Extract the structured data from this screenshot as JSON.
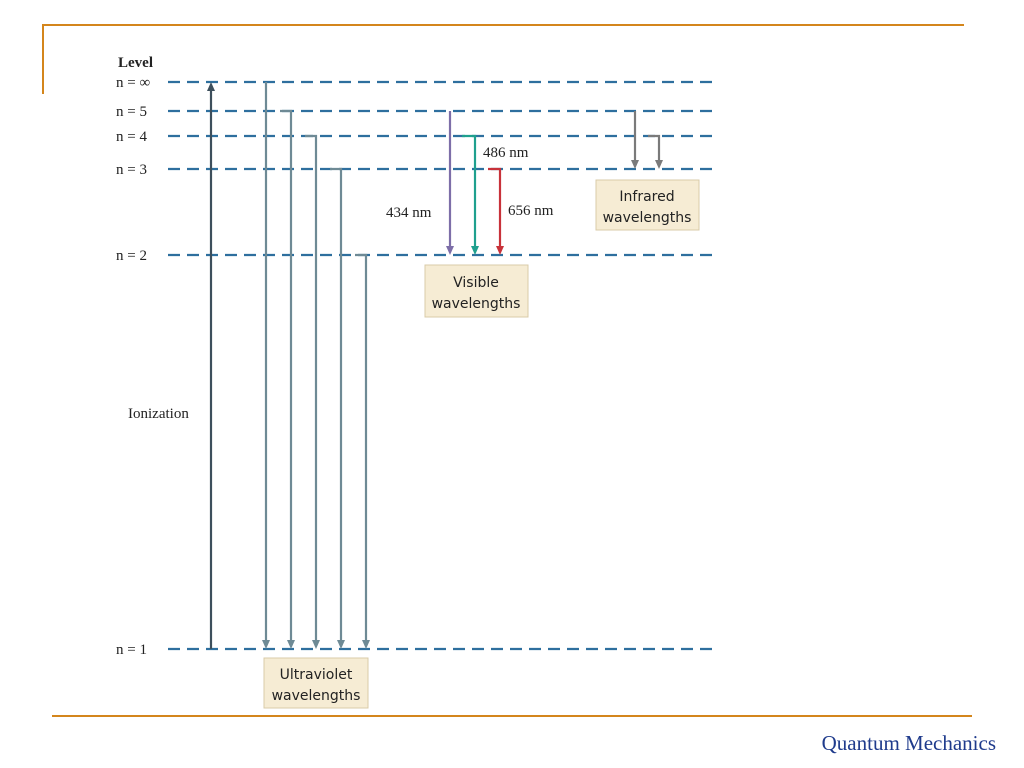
{
  "header": {
    "level_heading": "Level"
  },
  "levels": [
    {
      "key": "inf",
      "label": "n = ∞"
    },
    {
      "key": "5",
      "label": "n = 5"
    },
    {
      "key": "4",
      "label": "n = 4"
    },
    {
      "key": "3",
      "label": "n = 3"
    },
    {
      "key": "2",
      "label": "n = 2"
    },
    {
      "key": "1",
      "label": "n = 1"
    }
  ],
  "ionization_label": "Ionization",
  "visible": {
    "labels": [
      "434 nm",
      "486 nm",
      "656 nm"
    ],
    "box": [
      "Visible",
      "wavelengths"
    ]
  },
  "ultraviolet": {
    "box": [
      "Ultraviolet",
      "wavelengths"
    ]
  },
  "infrared": {
    "box": [
      "Infrared",
      "wavelengths"
    ]
  },
  "colors": {
    "level_line": "#2e6f9e",
    "ionization_arrow": "#3d4f5c",
    "uv_arrow": "#6e8a95",
    "ir_arrow": "#7a7a7a",
    "arrow_434": "#7d6ea8",
    "arrow_486": "#1fa08e",
    "arrow_656": "#c8323a",
    "box_fill": "#f6ecd4",
    "accent_rule": "#d4861c",
    "footer_text": "#1f3b8c"
  },
  "footer": {
    "title": "Quantum Mechanics"
  }
}
